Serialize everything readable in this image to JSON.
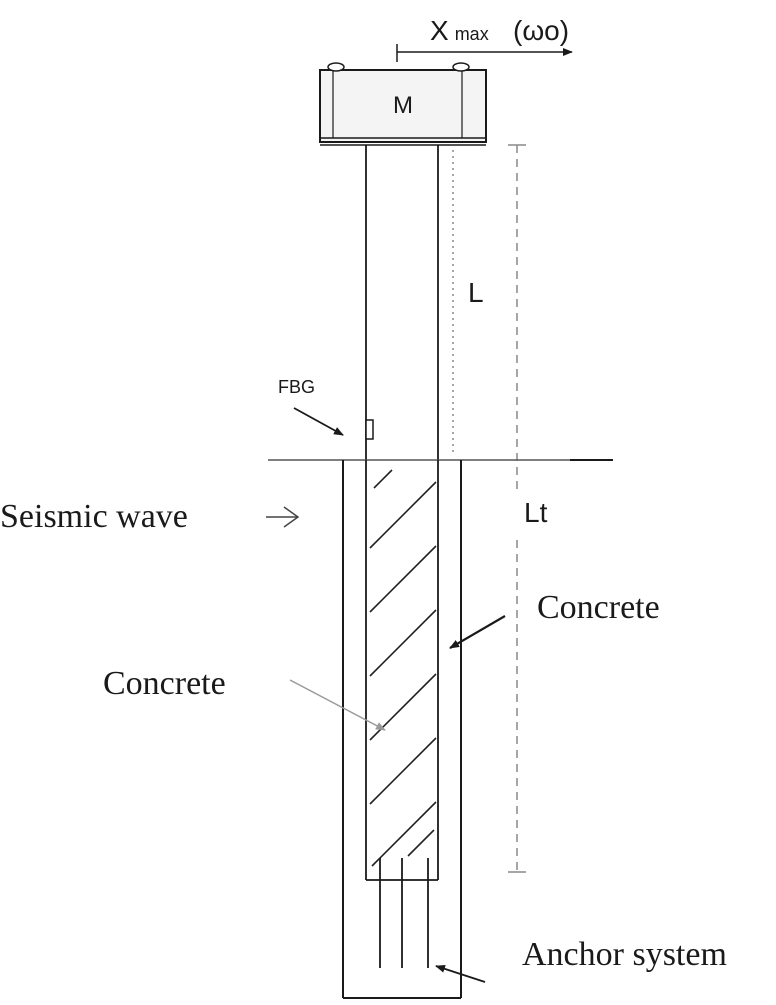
{
  "labels": {
    "x_max": "X",
    "x_max_sub": "max",
    "omega": "(ωo)",
    "mass": "M",
    "length": "L",
    "total_length": "Lt",
    "fbg": "FBG",
    "seismic_wave": "Seismic wave",
    "concrete_right": "Concrete",
    "concrete_left": "Concrete",
    "anchor_system": "Anchor system"
  },
  "colors": {
    "line": "#1a1a1a",
    "dashed": "#888888",
    "mass_fill": "#f4f4f4",
    "hatch": "#222222"
  }
}
